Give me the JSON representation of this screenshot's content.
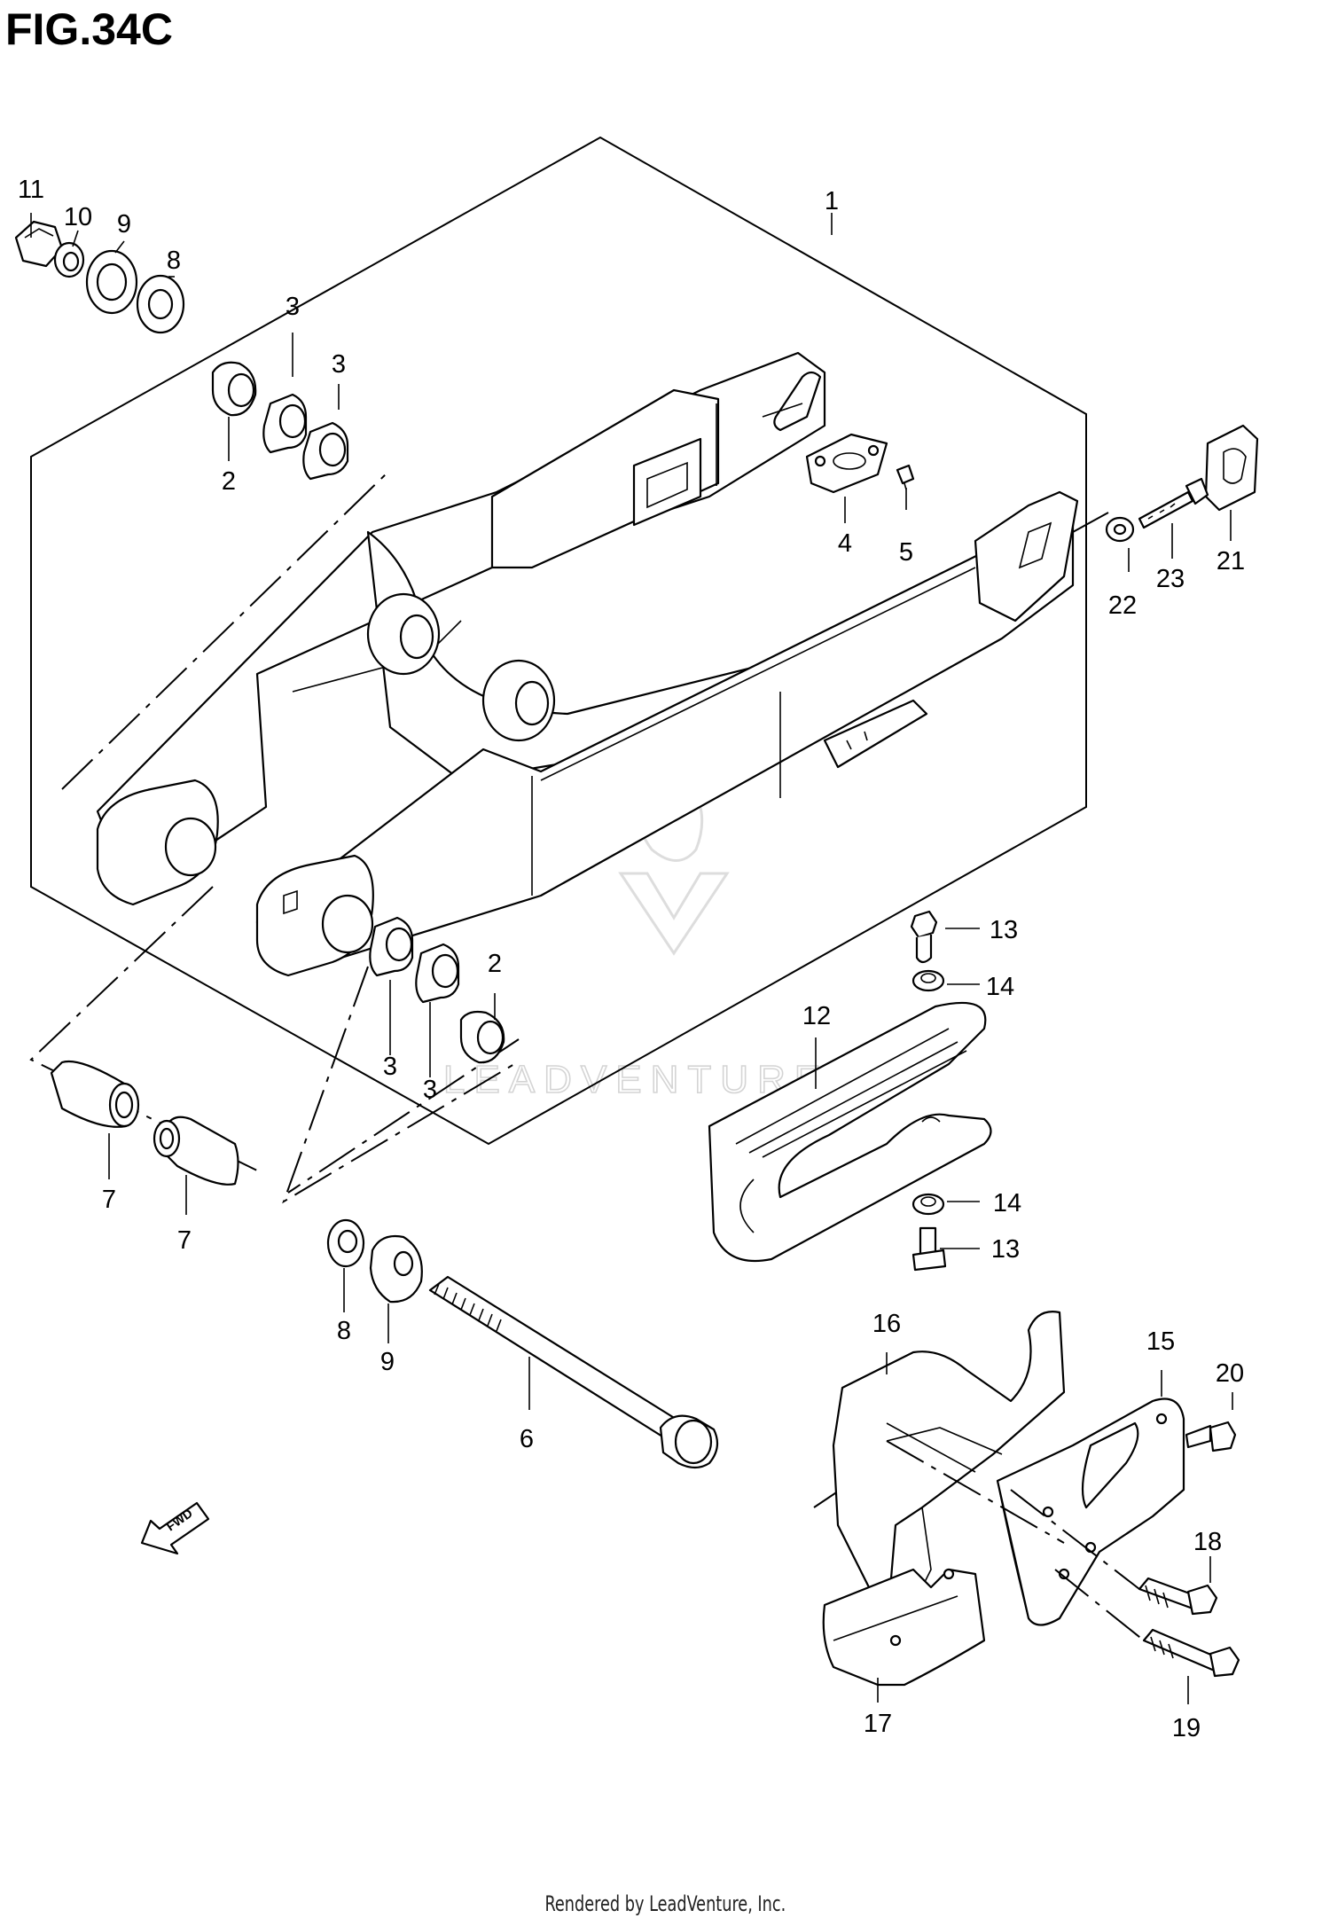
{
  "figure": {
    "title": "FIG.34C",
    "footer": "Rendered by LeadVenture, Inc.",
    "watermark": "LEADVENTURE"
  },
  "callouts": {
    "c1": "1",
    "c2a": "2",
    "c2b": "2",
    "c3a": "3",
    "c3b": "3",
    "c3c": "3",
    "c3d": "3",
    "c4": "4",
    "c5": "5",
    "c6": "6",
    "c7a": "7",
    "c7b": "7",
    "c8a": "8",
    "c8b": "8",
    "c9a": "9",
    "c9b": "9",
    "c10": "10",
    "c11": "11",
    "c12": "12",
    "c13a": "13",
    "c13b": "13",
    "c14a": "14",
    "c14b": "14",
    "c15": "15",
    "c16": "16",
    "c17": "17",
    "c18": "18",
    "c19": "19",
    "c20": "20",
    "c21": "21",
    "c22": "22",
    "c23": "23"
  },
  "fwd_label": "FWD"
}
